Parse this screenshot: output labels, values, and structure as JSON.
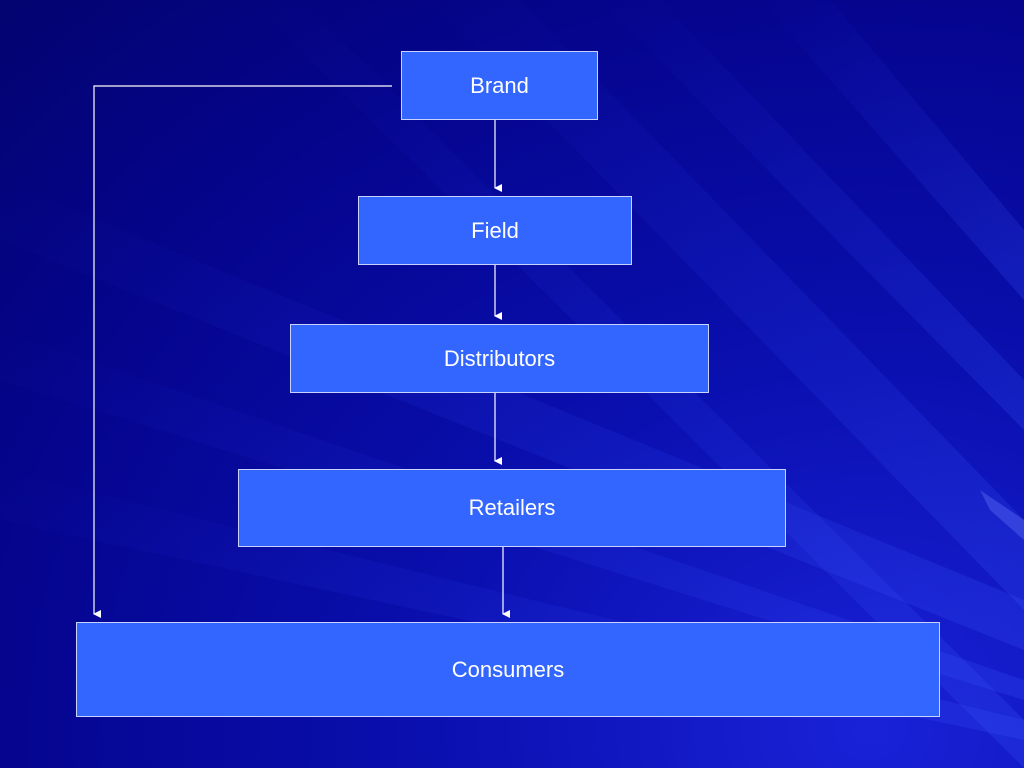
{
  "diagram": {
    "nodes": [
      {
        "id": "brand",
        "label": "Brand"
      },
      {
        "id": "field",
        "label": "Field"
      },
      {
        "id": "distributors",
        "label": "Distributors"
      },
      {
        "id": "retailers",
        "label": "Retailers"
      },
      {
        "id": "consumers",
        "label": "Consumers"
      }
    ],
    "edges": [
      {
        "from": "brand",
        "to": "field"
      },
      {
        "from": "field",
        "to": "distributors"
      },
      {
        "from": "distributors",
        "to": "retailers"
      },
      {
        "from": "retailers",
        "to": "consumers"
      },
      {
        "from": "brand",
        "to": "consumers"
      }
    ],
    "colors": {
      "background": "#04048a",
      "box_fill": "#3366ff",
      "box_border": "#c8d4ff",
      "line": "#ffffff",
      "text": "#ffffff"
    }
  }
}
